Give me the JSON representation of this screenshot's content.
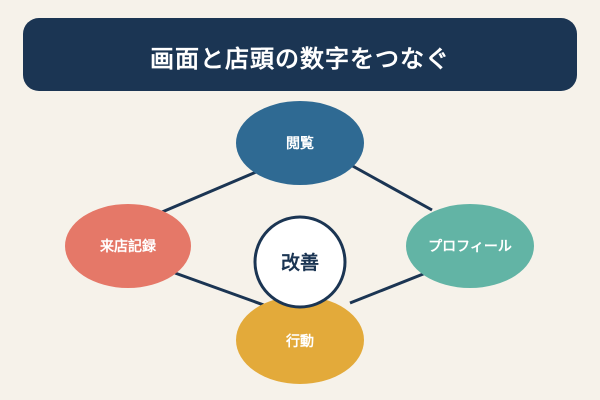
{
  "title": "画面と店頭の数字をつなぐ",
  "center": {
    "label": "改善"
  },
  "nodes": {
    "top": {
      "label": "閲覧",
      "color": "#2f6a93"
    },
    "right": {
      "label": "プロフィール",
      "color": "#62b4a5"
    },
    "bottom": {
      "label": "行動",
      "color": "#e3aa3a"
    },
    "left": {
      "label": "来店記録",
      "color": "#e57868"
    }
  },
  "colors": {
    "background": "#f6f2ea",
    "header": "#1b3553",
    "connector": "#1b3553",
    "center_fill": "#ffffff"
  }
}
